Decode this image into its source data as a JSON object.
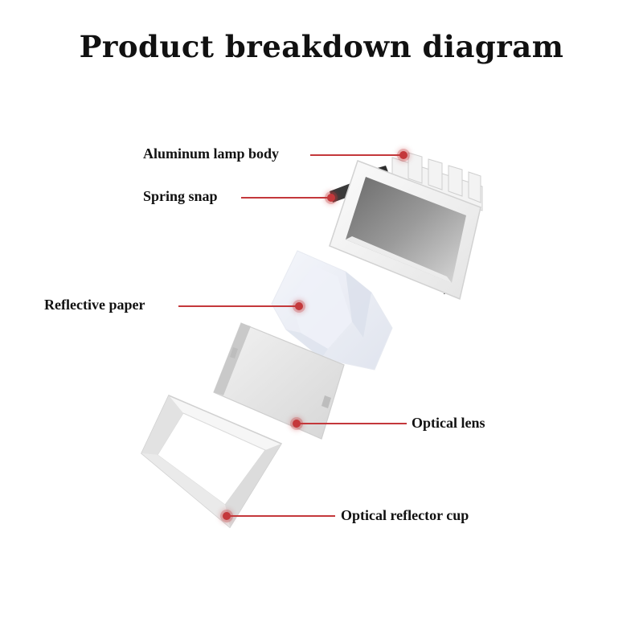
{
  "title": "Product breakdown diagram",
  "colors": {
    "leader": "#c4383b",
    "text": "#111111",
    "background": "#ffffff"
  },
  "labels": {
    "aluminum_lamp_body": "Aluminum lamp body",
    "spring_snap": "Spring snap",
    "reflective_paper": "Reflective paper",
    "optical_lens": "Optical lens",
    "optical_reflector_cup": "Optical reflector cup"
  }
}
